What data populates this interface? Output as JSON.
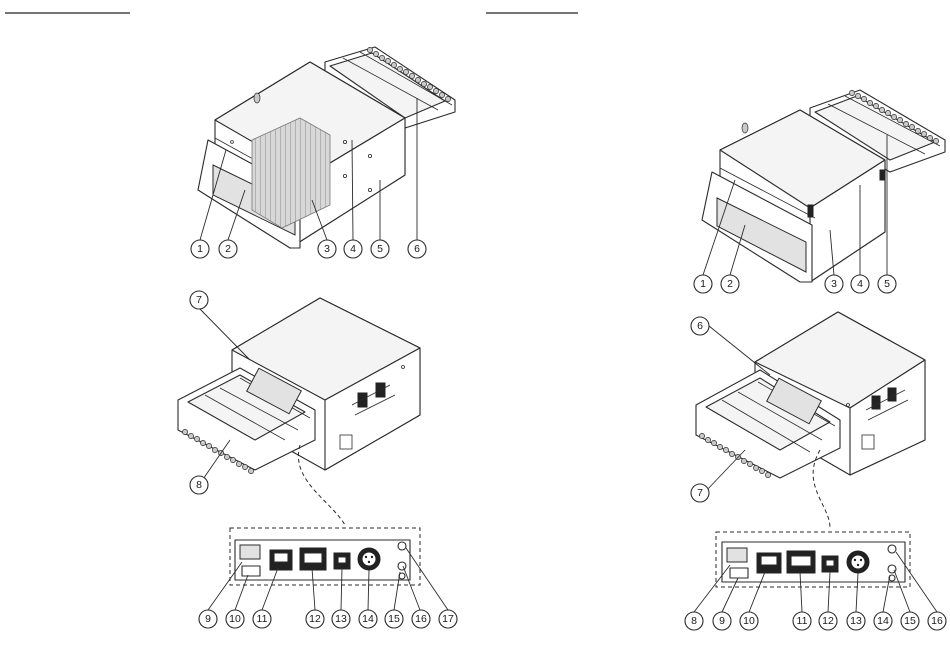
{
  "left_panel": {
    "callouts_top": [
      "1",
      "2",
      "3",
      "4",
      "5",
      "6"
    ],
    "callouts_mid": [
      "7",
      "8"
    ],
    "callouts_bottom": [
      "9",
      "10",
      "11",
      "12",
      "13",
      "14",
      "15",
      "16",
      "17"
    ]
  },
  "right_panel": {
    "callouts_top": [
      "1",
      "2",
      "3",
      "4",
      "5"
    ],
    "callouts_mid": [
      "6",
      "7"
    ],
    "callouts_bottom": [
      "8",
      "9",
      "10",
      "11",
      "12",
      "13",
      "14",
      "15",
      "16"
    ]
  }
}
